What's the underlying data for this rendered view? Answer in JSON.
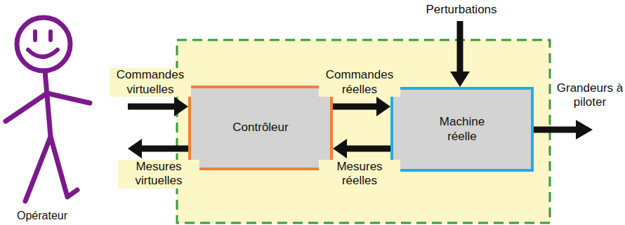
{
  "diagram": {
    "nodes": [
      {
        "text": [
          "Opérateur"
        ]
      },
      {
        "text": [
          "Contrôleur"
        ]
      },
      {
        "text": [
          "Machine réelle"
        ]
      }
    ],
    "edges": [
      {
        "from": 0,
        "to": 1,
        "arrow": "to",
        "label": "Commandes virtuelles"
      },
      {
        "from": 1,
        "to": 0,
        "arrow": "to",
        "label": "Mesures virtuelles"
      },
      {
        "from": 1,
        "to": 2,
        "arrow": "to",
        "label": "Commandes réelles"
      },
      {
        "from": 2,
        "to": 1,
        "arrow": "to",
        "label": "Mesures réelles"
      }
    ],
    "labels": [
      "Perturbations",
      "Grandeurs à piloter"
    ]
  }
}
